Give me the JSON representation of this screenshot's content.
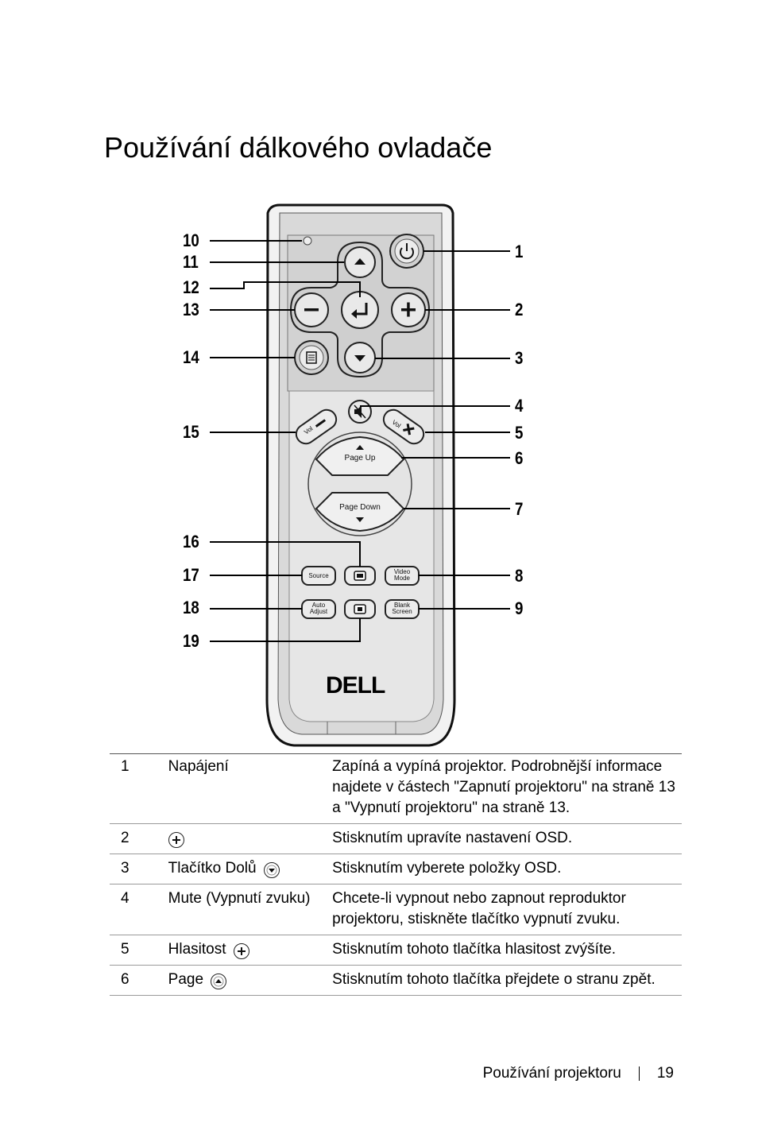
{
  "page": {
    "title": "Používání dálkového ovladače",
    "footer_section": "Používání projektoru",
    "page_number": "19"
  },
  "remote": {
    "callouts_left": [
      "10",
      "11",
      "12",
      "13",
      "14",
      "15",
      "16",
      "17",
      "18",
      "19"
    ],
    "callouts_right": [
      "1",
      "2",
      "3",
      "4",
      "5",
      "6",
      "7",
      "8",
      "9"
    ],
    "labels": {
      "vol": "Vol",
      "page_up": "Page Up",
      "page_down": "Page Down",
      "source": "Source",
      "video_mode_1": "Video",
      "video_mode_2": "Mode",
      "auto_adjust_1": "Auto",
      "auto_adjust_2": "Adjust",
      "blank_screen_1": "Blank",
      "blank_screen_2": "Screen"
    },
    "brand": "DELL"
  },
  "legend": {
    "rows": [
      {
        "num": "1",
        "name": "Napájení",
        "icon": "",
        "desc": "Zapíná a vypíná projektor. Podrobnější informace najdete v částech \"Zapnutí projektoru\"  na straně 13 a \"Vypnutí projektoru\"  na straně 13."
      },
      {
        "num": "2",
        "name": "",
        "icon": "plus-circle-icon",
        "desc": "Stisknutím upravíte nastavení OSD."
      },
      {
        "num": "3",
        "name": "Tlačítko Dolů",
        "icon": "down-circle-icon",
        "desc": "Stisknutím vyberete položky OSD."
      },
      {
        "num": "4",
        "name": "Mute (Vypnutí zvuku)",
        "icon": "",
        "desc": "Chcete-li vypnout nebo zapnout reproduktor projektoru, stiskněte tlačítko vypnutí zvuku."
      },
      {
        "num": "5",
        "name": "Hlasitost",
        "icon": "plus-circle-icon",
        "desc": "Stisknutím tohoto tlačítka hlasitost zvýšíte."
      },
      {
        "num": "6",
        "name": "Page",
        "icon": "up-circle-icon",
        "desc": "Stisknutím tohoto tlačítka přejdete o stranu zpět."
      }
    ]
  }
}
